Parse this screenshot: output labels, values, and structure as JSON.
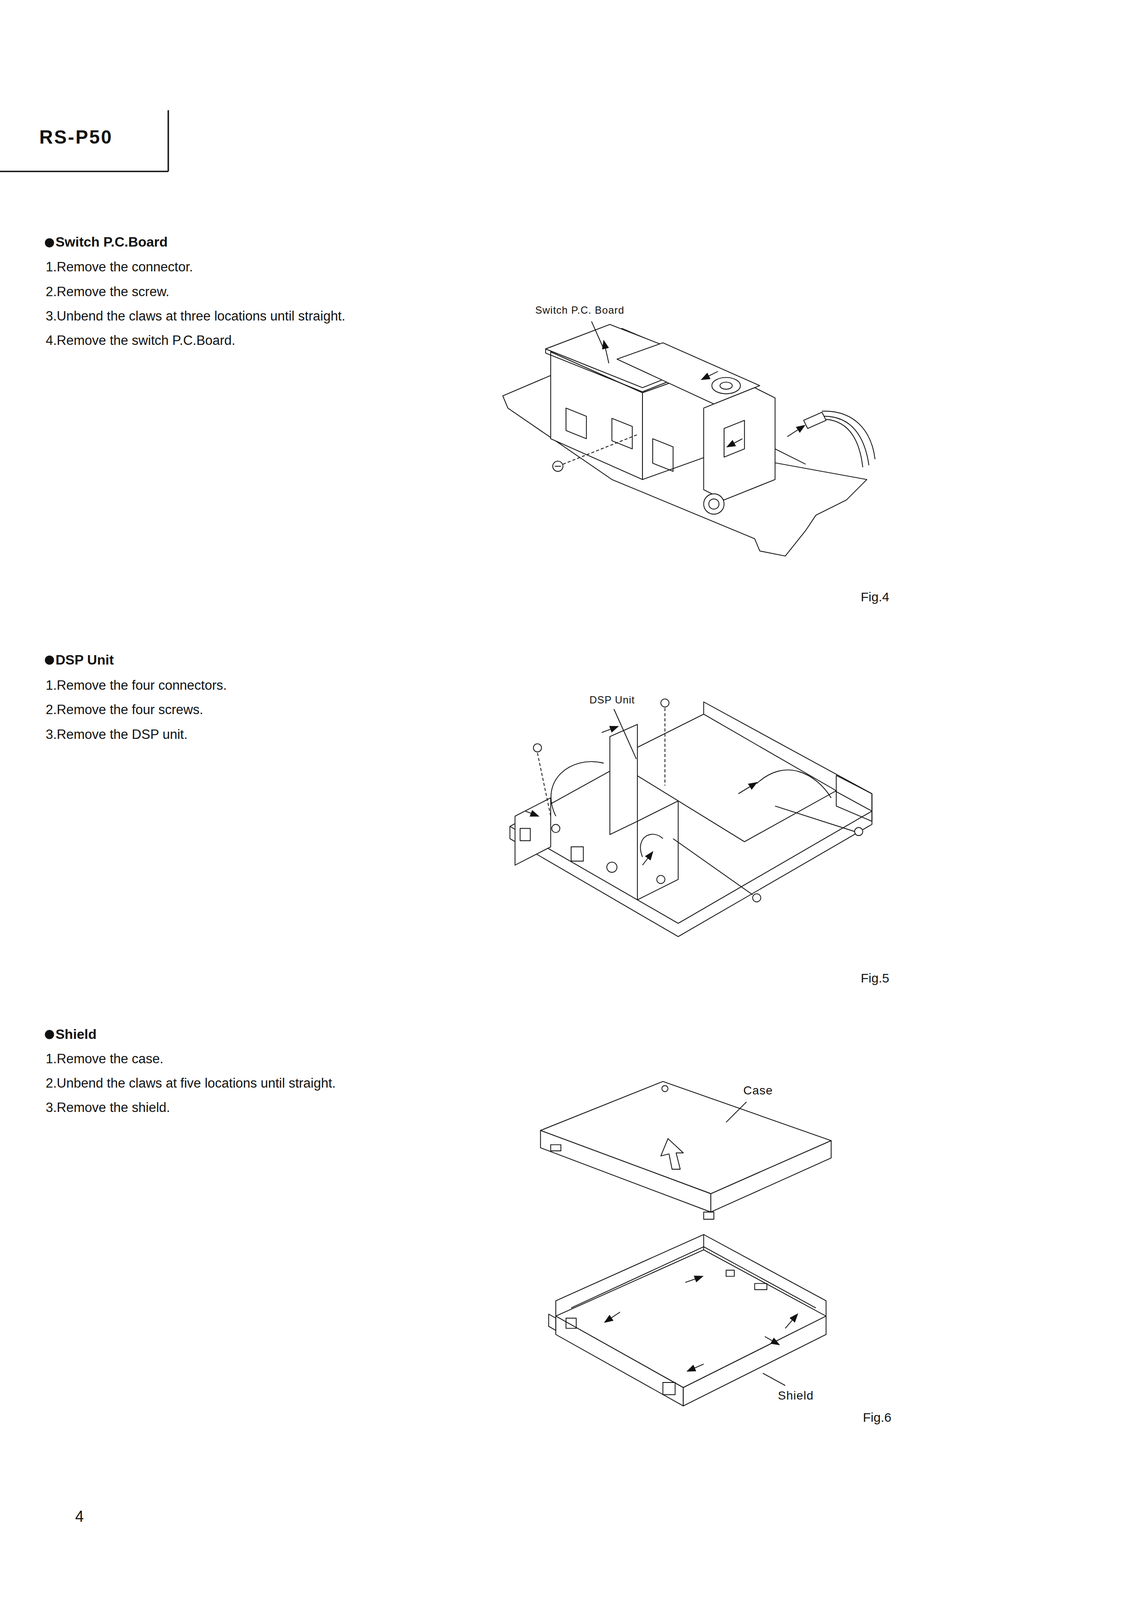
{
  "diagram": {
    "title": "RS-P50",
    "labels": [
      "Switch P.C.Board",
      "1.Remove the connector.",
      "2.Remove the screw.",
      "3.Unbend the claws at three locations until straight.",
      "4.Remove the switch P.C.Board.",
      "Switch P.C. Board",
      "Fig.4",
      "DSP Unit",
      "1.Remove the four connectors.",
      "2.Remove the four screws.",
      "3.Remove the DSP unit.",
      "DSP Unit",
      "Fig.5",
      "Shield",
      "1.Remove the case.",
      "2.Unbend the claws at five locations until straight.",
      "3.Remove the shield.",
      "Case",
      "Shield",
      "Fig.6",
      "4"
    ]
  }
}
